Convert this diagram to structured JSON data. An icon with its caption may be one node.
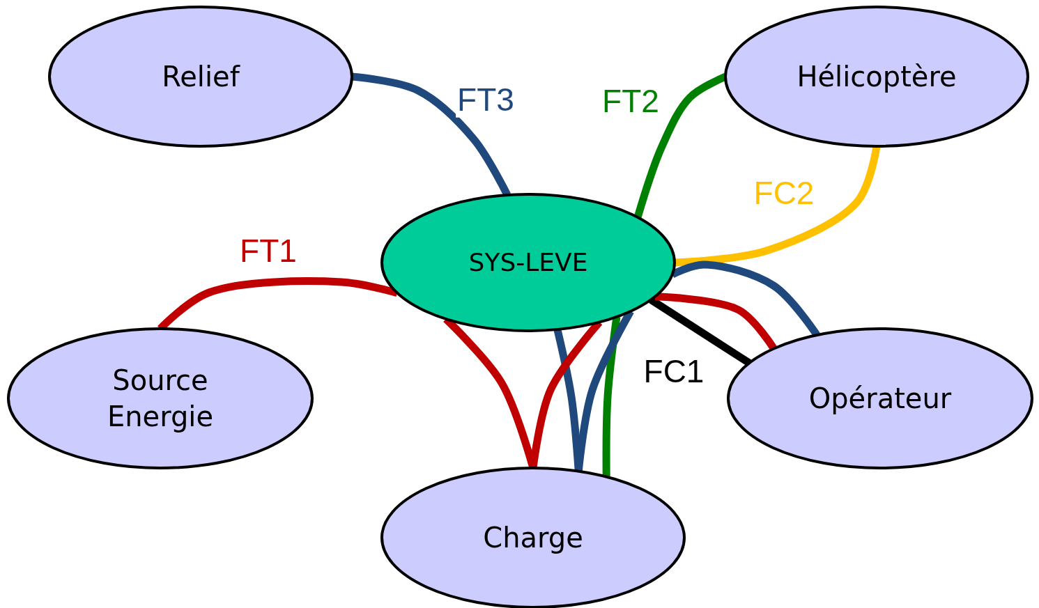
{
  "diagram": {
    "nodes": [
      {
        "text": [
          "Relief"
        ]
      },
      {
        "text": [
          "Hélicoptère"
        ]
      },
      {
        "text": [
          "SYS-LEVE"
        ]
      },
      {
        "text": [
          "Source Energie"
        ]
      },
      {
        "text": [
          "Opérateur"
        ]
      },
      {
        "text": [
          "Charge"
        ]
      }
    ],
    "edges": [
      {
        "from": 3,
        "to": 2,
        "arrow": "none",
        "label": "FT1",
        "color": "#c00000"
      },
      {
        "from": 2,
        "to": 5,
        "arrow": "none",
        "color": "#c00000"
      },
      {
        "from": 0,
        "to": 2,
        "arrow": "none",
        "label": "FT3",
        "color": "#1f497d"
      },
      {
        "from": 2,
        "to": 5,
        "arrow": "none",
        "color": "#1f497d"
      },
      {
        "from": 1,
        "to": 2,
        "arrow": "none",
        "label": "FT2",
        "color": "#008000"
      },
      {
        "from": 2,
        "to": 5,
        "arrow": "none",
        "color": "#008000"
      },
      {
        "from": 1,
        "to": 2,
        "arrow": "none",
        "label": "FC2",
        "color": "#ffc000"
      },
      {
        "from": 2,
        "to": 4,
        "arrow": "none",
        "label": "FC1",
        "color": "#000000"
      },
      {
        "from": 4,
        "to": 2,
        "arrow": "none",
        "color": "#c00000"
      },
      {
        "from": 2,
        "to": 5,
        "arrow": "none",
        "color": "#c00000"
      },
      {
        "from": 4,
        "to": 2,
        "arrow": "none",
        "color": "#1f497d"
      },
      {
        "from": 2,
        "to": 5,
        "arrow": "none",
        "color": "#1f497d"
      }
    ]
  }
}
